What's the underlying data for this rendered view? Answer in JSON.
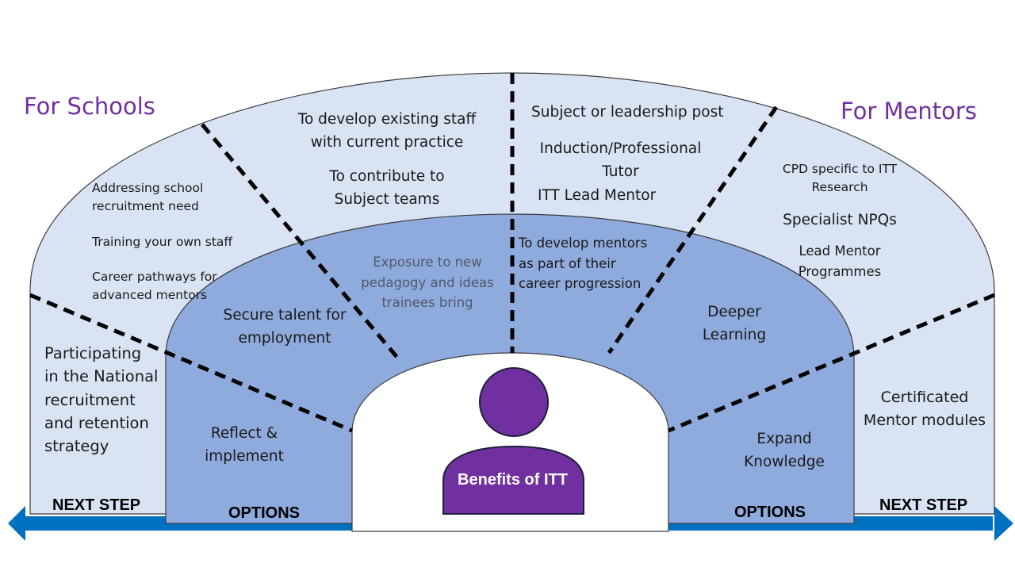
{
  "headings": {
    "left": "For Schools",
    "right": "For Mentors"
  },
  "center": {
    "label": "Benefits of ITT",
    "icon": "person-icon"
  },
  "bottom_labels": {
    "next_step_left": "NEXT STEP",
    "options_left": "OPTIONS",
    "options_right": "OPTIONS",
    "next_step_right": "NEXT STEP"
  },
  "outer_band": {
    "schools_left": [
      "Addressing school",
      "recruitment need",
      "Training your own staff",
      "Career pathways for",
      "advanced mentors"
    ],
    "schools_top": [
      "To develop existing staff",
      "with current practice",
      "To contribute to",
      "Subject teams"
    ],
    "mentors_top": [
      "Subject or leadership post",
      "Induction/Professional",
      "Tutor",
      "ITT Lead Mentor"
    ],
    "mentors_right": [
      "CPD specific to ITT",
      "Research",
      "Specialist NPQs",
      "Lead Mentor",
      "Programmes"
    ]
  },
  "inner_band": {
    "exposure": [
      "Exposure to new",
      "pedagogy and ideas",
      "trainees bring"
    ],
    "develop_mentors": [
      "To develop mentors",
      "as part of their",
      "career progression"
    ],
    "secure_talent": [
      "Secure talent for",
      "employment"
    ],
    "deeper_learning": [
      "Deeper",
      "Learning"
    ],
    "reflect": [
      "Reflect &",
      "implement"
    ],
    "expand": [
      "Expand",
      "Knowledge"
    ]
  },
  "side_panels": {
    "left": [
      "Participating",
      "in the National",
      "recruitment",
      "and retention",
      "strategy"
    ],
    "right": [
      "Certificated",
      "Mentor modules"
    ]
  },
  "colors": {
    "outer_fill": "#dae3f3",
    "inner_fill": "#8faadc",
    "arrow": "#0070c0",
    "heading": "#7030a0",
    "person": "#7030a0"
  }
}
